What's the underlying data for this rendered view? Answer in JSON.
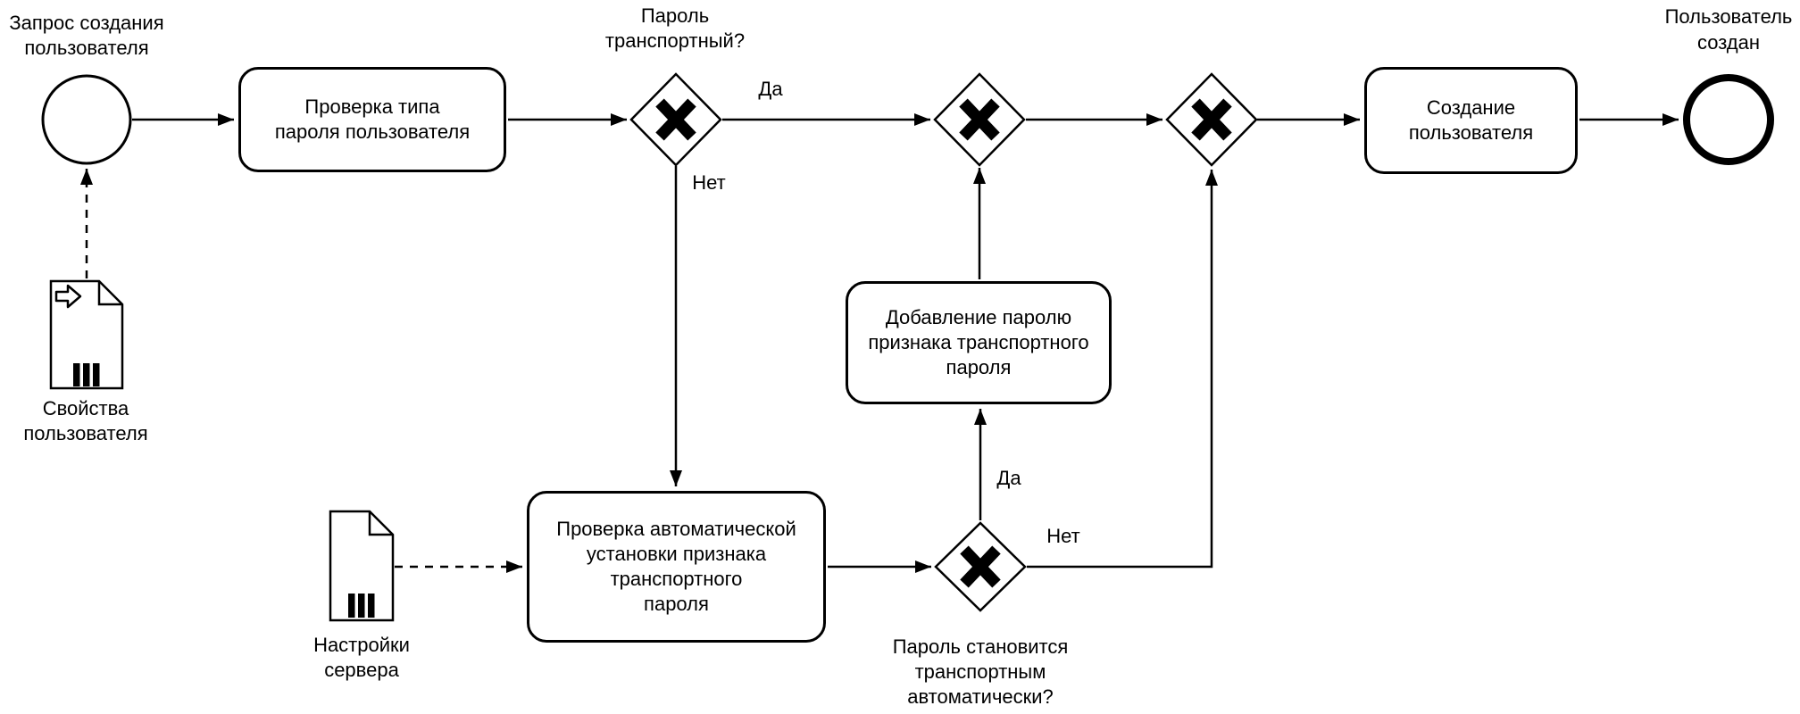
{
  "diagram": {
    "type": "bpmn-process-flowchart",
    "background_color": "#ffffff",
    "stroke_color": "#000000",
    "events": {
      "start": {
        "label": "Запрос создания\nпользователя",
        "kind": "start-event"
      },
      "end": {
        "label": "Пользователь\nсоздан",
        "kind": "end-event"
      }
    },
    "tasks": {
      "check_password_type": {
        "label": "Проверка типа\nпароля пользователя"
      },
      "check_auto_flag": {
        "label": "Проверка автоматической\nустановки признака\nтранспортного\nпароля"
      },
      "add_transport_flag": {
        "label": "Добавление паролю\nпризнака транспортного\nпароля"
      },
      "create_user": {
        "label": "Создание\nпользователя"
      }
    },
    "gateways": {
      "password_transport": {
        "label": "Пароль\nтранспортный?",
        "kind": "exclusive-x"
      },
      "merge_1": {
        "label": "",
        "kind": "exclusive-x"
      },
      "merge_2": {
        "label": "",
        "kind": "exclusive-x"
      },
      "becomes_transport_auto": {
        "label": "Пароль становится\nтранспортным\nавтоматически?",
        "kind": "exclusive-x"
      }
    },
    "data_objects": {
      "user_properties": {
        "label": "Свойства\nпользователя",
        "kind": "data-input-collection"
      },
      "server_settings": {
        "label": "Настройки\nсервера",
        "kind": "data-object-collection"
      }
    },
    "edge_labels": {
      "gw1_yes": "Да",
      "gw1_no": "Нет",
      "gw4_yes": "Да",
      "gw4_no": "Нет"
    }
  }
}
